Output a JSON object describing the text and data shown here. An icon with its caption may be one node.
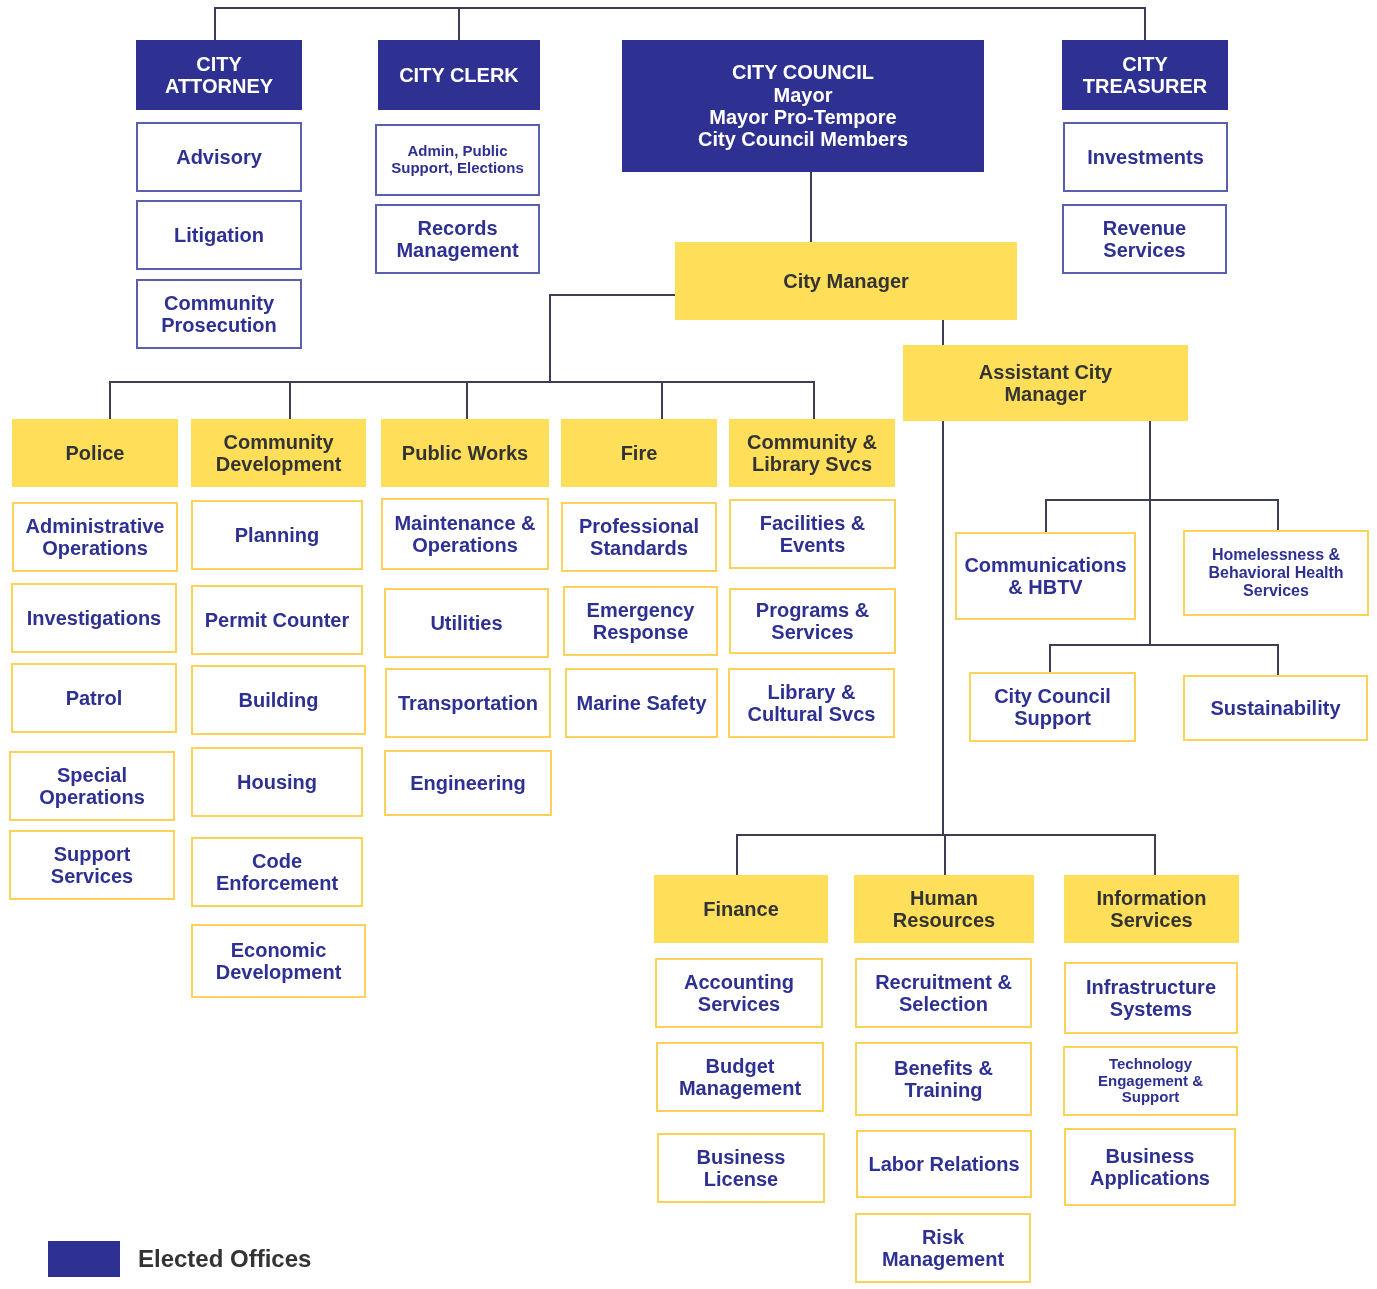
{
  "diagram": {
    "nodes": [
      {
        "text": [
          "CITY ATTORNEY"
        ]
      },
      {
        "text": [
          "CITY CLERK"
        ]
      },
      {
        "text": [
          "CITY COUNCIL",
          "Mayor",
          "Mayor Pro-Tempore",
          "City Council Members"
        ]
      },
      {
        "text": [
          "CITY TREASURER"
        ]
      },
      {
        "text": [
          "Advisory"
        ]
      },
      {
        "text": [
          "Litigation"
        ]
      },
      {
        "text": [
          "Community Prosecution"
        ]
      },
      {
        "text": [
          "Admin, Public Support, Elections"
        ]
      },
      {
        "text": [
          "Records Management"
        ]
      },
      {
        "text": [
          "Investments"
        ]
      },
      {
        "text": [
          "Revenue Services"
        ]
      },
      {
        "text": [
          "City Manager"
        ]
      },
      {
        "text": [
          "Assistant City Manager"
        ]
      },
      {
        "text": [
          "Police"
        ]
      },
      {
        "text": [
          "Community Development"
        ]
      },
      {
        "text": [
          "Public Works"
        ]
      },
      {
        "text": [
          "Fire"
        ]
      },
      {
        "text": [
          "Community & Library Svcs"
        ]
      },
      {
        "text": [
          "Administrative Operations"
        ]
      },
      {
        "text": [
          "Investigations"
        ]
      },
      {
        "text": [
          "Patrol"
        ]
      },
      {
        "text": [
          "Special Operations"
        ]
      },
      {
        "text": [
          "Support Services"
        ]
      },
      {
        "text": [
          "Planning"
        ]
      },
      {
        "text": [
          "Permit Counter"
        ]
      },
      {
        "text": [
          "Building"
        ]
      },
      {
        "text": [
          "Housing"
        ]
      },
      {
        "text": [
          "Code Enforcement"
        ]
      },
      {
        "text": [
          "Economic Development"
        ]
      },
      {
        "text": [
          "Maintenance & Operations"
        ]
      },
      {
        "text": [
          "Utilities"
        ]
      },
      {
        "text": [
          "Transportation"
        ]
      },
      {
        "text": [
          "Engineering"
        ]
      },
      {
        "text": [
          "Professional Standards"
        ]
      },
      {
        "text": [
          "Emergency Response"
        ]
      },
      {
        "text": [
          "Marine Safety"
        ]
      },
      {
        "text": [
          "Facilities & Events"
        ]
      },
      {
        "text": [
          "Programs & Services"
        ]
      },
      {
        "text": [
          "Library & Cultural Svcs"
        ]
      },
      {
        "text": [
          "Communications & HBTV"
        ]
      },
      {
        "text": [
          "Homelessness & Behavioral Health Services"
        ]
      },
      {
        "text": [
          "City Council Support"
        ]
      },
      {
        "text": [
          "Sustainability"
        ]
      },
      {
        "text": [
          "Finance"
        ]
      },
      {
        "text": [
          "Human Resources"
        ]
      },
      {
        "text": [
          "Information Services"
        ]
      },
      {
        "text": [
          "Accounting Services"
        ]
      },
      {
        "text": [
          "Budget Management"
        ]
      },
      {
        "text": [
          "Business License"
        ]
      },
      {
        "text": [
          "Recruitment & Selection"
        ]
      },
      {
        "text": [
          "Benefits & Training"
        ]
      },
      {
        "text": [
          "Labor Relations"
        ]
      },
      {
        "text": [
          "Risk Management"
        ]
      },
      {
        "text": [
          "Infrastructure Systems"
        ]
      },
      {
        "text": [
          "Technology Engagement & Support"
        ]
      },
      {
        "text": [
          "Business Applications"
        ]
      }
    ],
    "edges": [
      {
        "from": 1,
        "to": 0,
        "arrow": "none"
      },
      {
        "from": 1,
        "to": 3,
        "arrow": "none"
      },
      {
        "from": 2,
        "to": 11,
        "arrow": "none"
      },
      {
        "from": 11,
        "to": 13,
        "arrow": "none"
      },
      {
        "from": 11,
        "to": 14,
        "arrow": "none"
      },
      {
        "from": 11,
        "to": 15,
        "arrow": "none"
      },
      {
        "from": 11,
        "to": 16,
        "arrow": "none"
      },
      {
        "from": 11,
        "to": 17,
        "arrow": "none"
      },
      {
        "from": 11,
        "to": 12,
        "arrow": "none"
      },
      {
        "from": 12,
        "to": 39,
        "arrow": "none"
      },
      {
        "from": 12,
        "to": 40,
        "arrow": "none"
      },
      {
        "from": 12,
        "to": 41,
        "arrow": "none"
      },
      {
        "from": 12,
        "to": 42,
        "arrow": "none"
      },
      {
        "from": 12,
        "to": 43,
        "arrow": "none"
      },
      {
        "from": 12,
        "to": 44,
        "arrow": "none"
      },
      {
        "from": 12,
        "to": 45,
        "arrow": "none"
      }
    ],
    "legend": [
      {
        "text": "Elected Offices",
        "color": "#2e3192"
      }
    ]
  }
}
